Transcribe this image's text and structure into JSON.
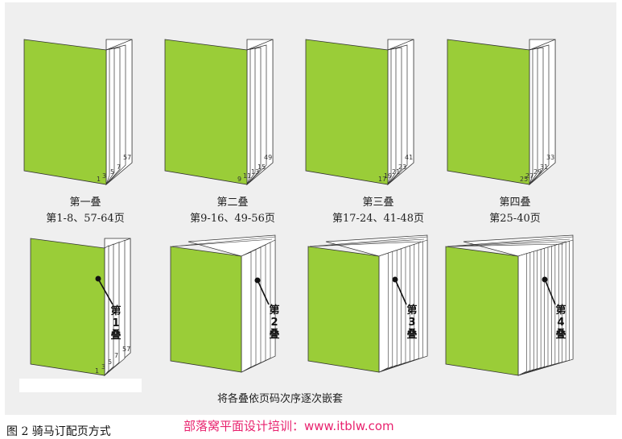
{
  "signatures": [
    {
      "name": "第一叠",
      "pages": "第1-8、57-64页",
      "page_numbers": [
        "1",
        "3",
        "5",
        "7",
        "57"
      ]
    },
    {
      "name": "第二叠",
      "pages": "第9-16、49-56页",
      "page_numbers": [
        "9",
        "11",
        "13",
        "15",
        "49"
      ]
    },
    {
      "name": "第三叠",
      "pages": "第17-24、41-48页",
      "page_numbers": [
        "17",
        "19",
        "21",
        "23",
        "41"
      ]
    },
    {
      "name": "第四叠",
      "pages": "第25-40页",
      "page_numbers": [
        "25",
        "27",
        "29",
        "31",
        "33"
      ]
    }
  ],
  "bottom_row": {
    "first_page_numbers": [
      "1",
      "3",
      "5",
      "7",
      "57"
    ],
    "markers": [
      {
        "chars": [
          "第",
          "1",
          "叠"
        ]
      },
      {
        "chars": [
          "第",
          "2",
          "叠"
        ]
      },
      {
        "chars": [
          "第",
          "3",
          "叠"
        ]
      },
      {
        "chars": [
          "第",
          "4",
          "叠"
        ]
      }
    ]
  },
  "instruction": "将各叠依页码次序逐次嵌套",
  "caption": "图 2    骑马订配页方式",
  "watermark": "部落窝平面设计培训：www.itblw.com",
  "colors": {
    "cover": "#9acd38",
    "page": "#ffffff",
    "outline": "#333333",
    "background": "#efefef"
  }
}
